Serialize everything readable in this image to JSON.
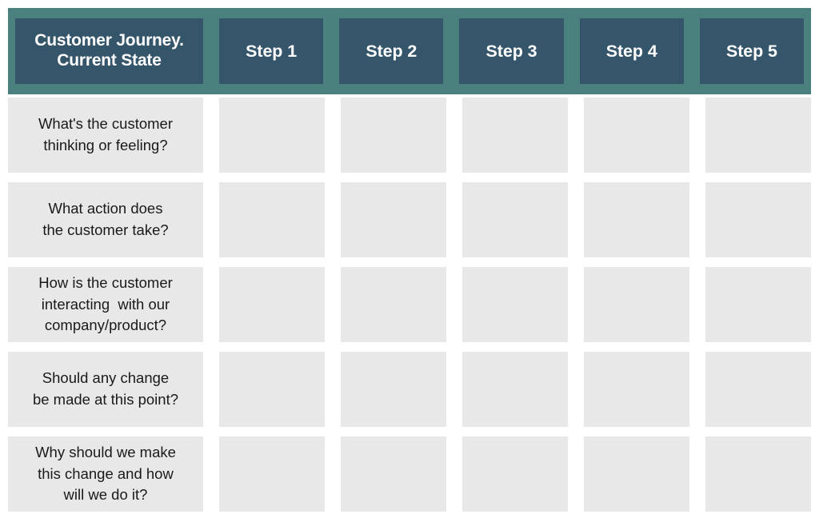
{
  "board": {
    "title": "Customer Journey. Current State",
    "title_lines": "Customer Journey.\nCurrent State"
  },
  "colors": {
    "band_teal": "#4a817e",
    "header_cell_navy": "#35556b",
    "cell_grey": "#e8e8e8",
    "page_background": "#ffffff",
    "header_text": "#ffffff",
    "label_text": "#1a1a1a"
  },
  "header": {
    "title_cell_label": "Customer Journey.\nCurrent State",
    "steps": [
      {
        "label": "Step 1"
      },
      {
        "label": "Step 2"
      },
      {
        "label": "Step 3"
      },
      {
        "label": "Step 4"
      },
      {
        "label": "Step 5"
      }
    ]
  },
  "rows": [
    {
      "label": "What's the customer\nthinking or feeling?",
      "cells": [
        "",
        "",
        "",
        "",
        ""
      ]
    },
    {
      "label": "What action does\nthe customer take?",
      "cells": [
        "",
        "",
        "",
        "",
        ""
      ]
    },
    {
      "label": "How is the customer\ninteracting  with our\ncompany/product?",
      "cells": [
        "",
        "",
        "",
        "",
        ""
      ]
    },
    {
      "label": "Should any change\nbe made at this point?",
      "cells": [
        "",
        "",
        "",
        "",
        ""
      ]
    },
    {
      "label": "Why should we make\nthis change and how\nwill we do it?",
      "cells": [
        "",
        "",
        "",
        "",
        ""
      ]
    }
  ]
}
